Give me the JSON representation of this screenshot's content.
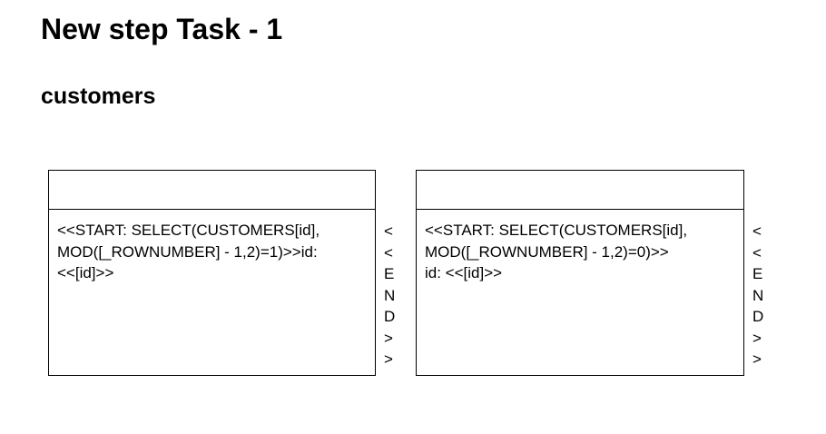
{
  "document": {
    "title": "New step Task - 1",
    "subtitle": "customers"
  },
  "tables": [
    {
      "header": "",
      "body": "<<START: SELECT(CUSTOMERS[id], MOD([_ROWNUMBER] - 1,2)=1)>>id: <<[id]>>",
      "end_marker": [
        "<",
        "<",
        "E",
        "N",
        "D",
        ">",
        ">"
      ]
    },
    {
      "header": "",
      "body": "<<START: SELECT(CUSTOMERS[id], MOD([_ROWNUMBER] - 1,2)=0)>>\nid: <<[id]>>",
      "end_marker": [
        "<",
        "<",
        "E",
        "N",
        "D",
        ">",
        ">"
      ]
    }
  ]
}
